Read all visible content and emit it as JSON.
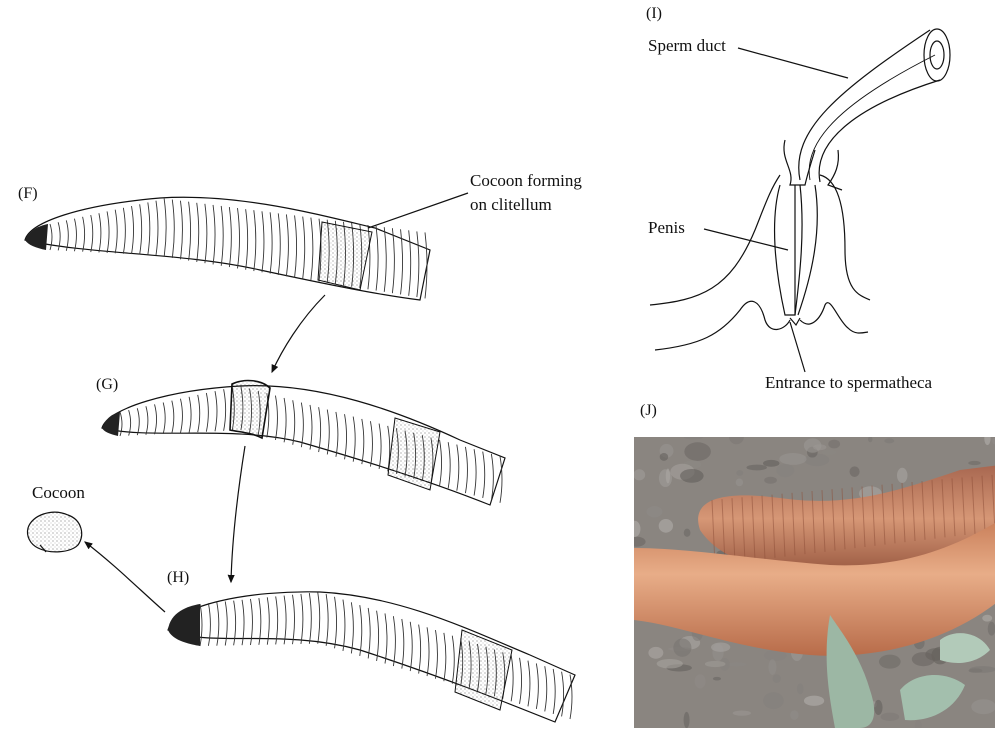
{
  "panels": {
    "f": "(F)",
    "g": "(G)",
    "h": "(H)",
    "i": "(I)",
    "j": "(J)"
  },
  "labels": {
    "cocoon_forming_1": "Cocoon forming",
    "cocoon_forming_2": "on clitellum",
    "cocoon": "Cocoon",
    "sperm_duct": "Sperm duct",
    "penis": "Penis",
    "entrance": "Entrance to spermatheca"
  },
  "colors": {
    "ink": "#111111",
    "worm_pink": "#d99a72",
    "soil": "#8a8580",
    "leaf": "#9cb7a4"
  }
}
